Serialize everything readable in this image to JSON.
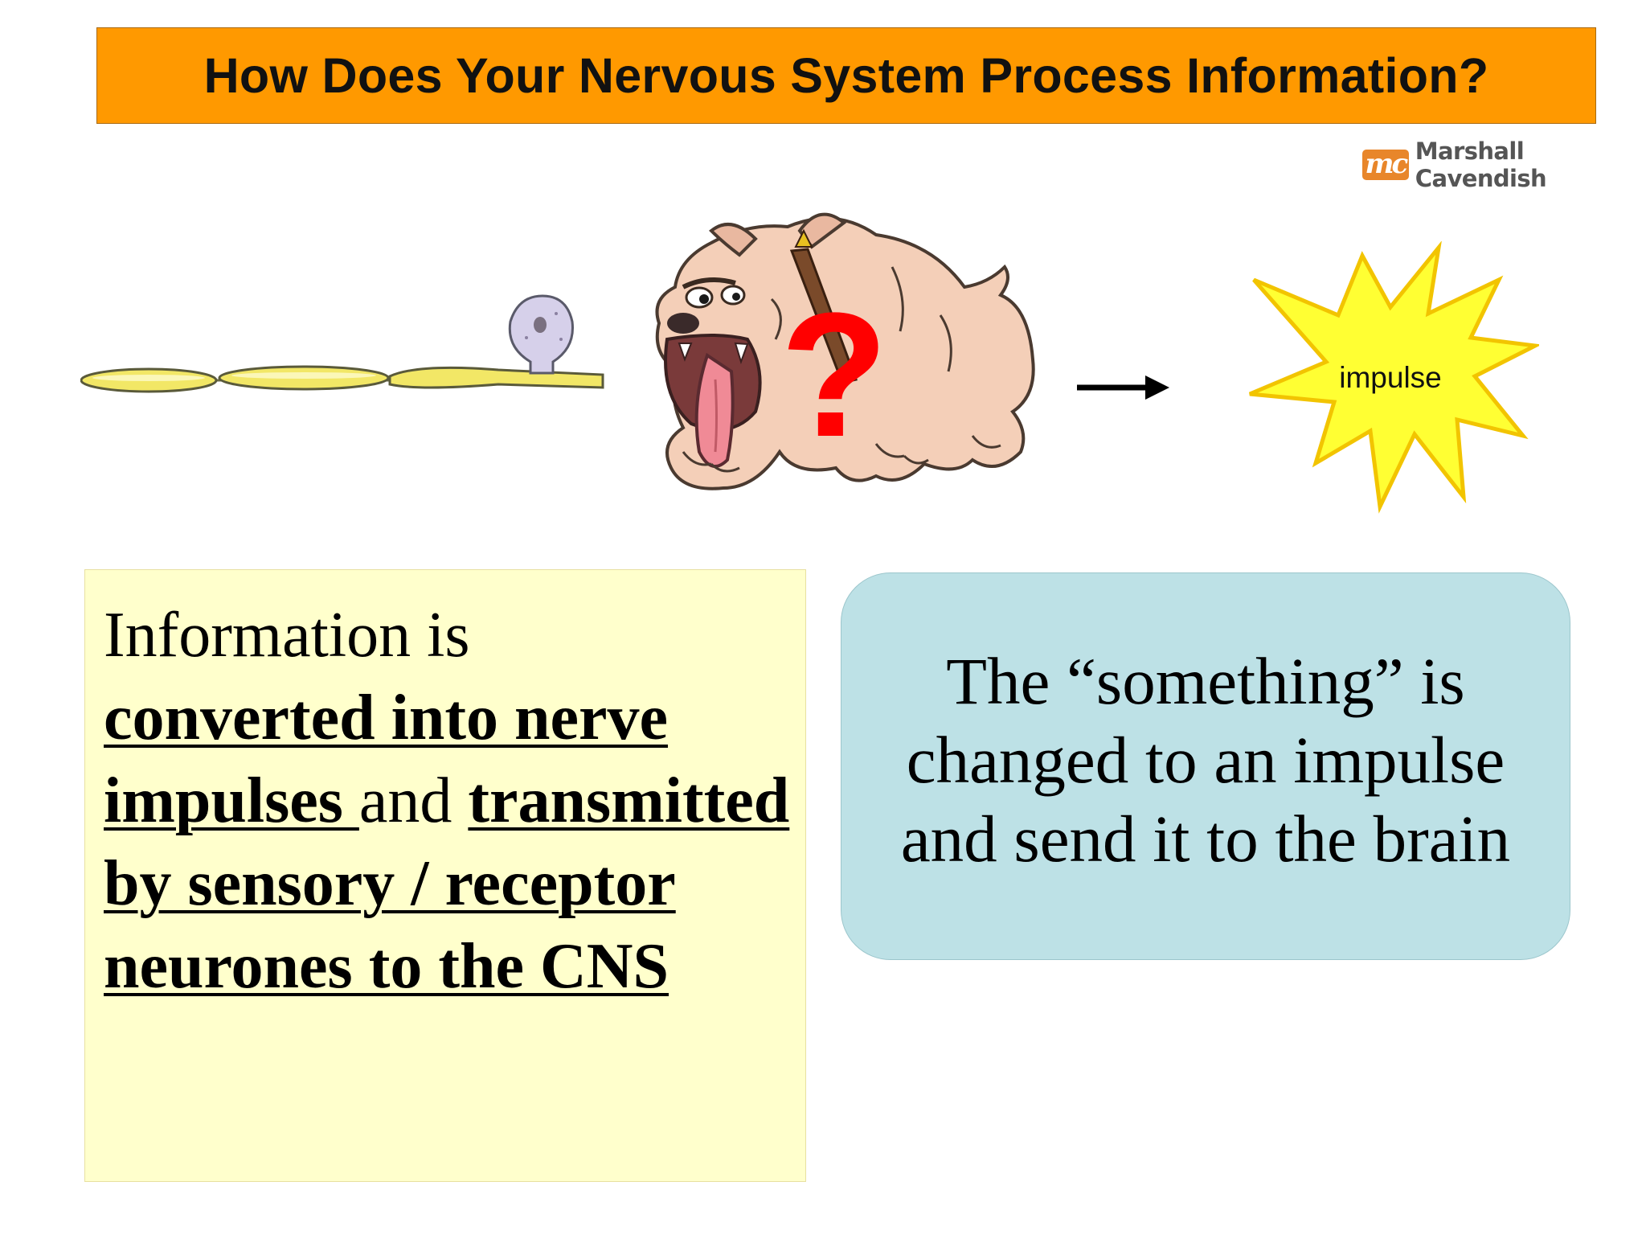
{
  "slide": {
    "title": "How Does Your Nervous System Process Information?"
  },
  "logo": {
    "mark": "mc",
    "text": "Marshall Cavendish"
  },
  "illustration": {
    "question_mark": "?",
    "star_label": "impulse"
  },
  "info_box": {
    "lead": "Information is",
    "converted": "converted into  nerve impulses ",
    "and_word": "and",
    "transmitted": "transmitted by sensory / receptor neurones to the CNS"
  },
  "something_box": {
    "text": "The “something” is changed to an impulse and send it to the brain"
  },
  "colors": {
    "title_bg": "#ff9900",
    "info_bg": "#ffffcc",
    "something_bg": "#bde1e6",
    "star_fill": "#ffff33",
    "question_red": "#ff0000"
  }
}
